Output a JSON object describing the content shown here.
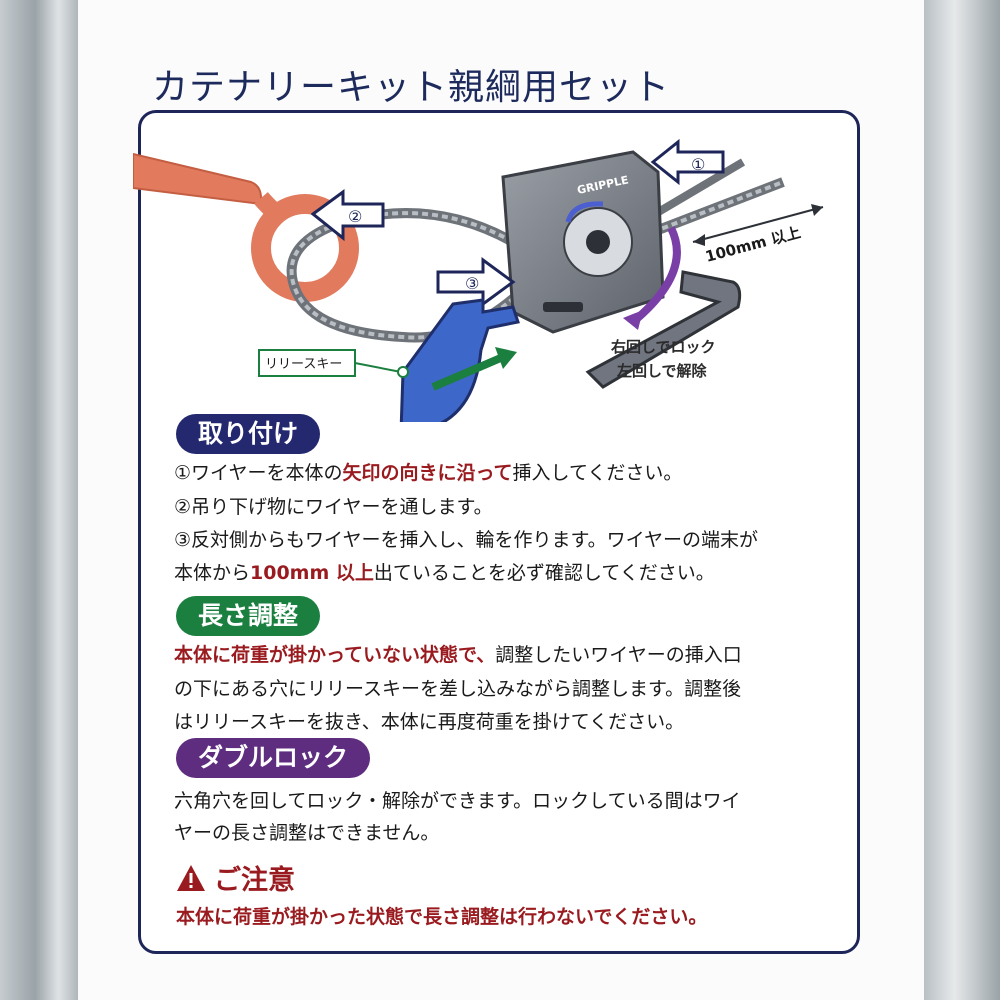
{
  "title": "カテナリーキット親綱用セット",
  "illustration": {
    "step1": "①",
    "step2": "②",
    "step3": "③",
    "brand": "GRIPPLE",
    "measure": "100mm 以上",
    "release_key": "リリースキー",
    "rotate_lock": "右回しでロック",
    "rotate_unlock": "左回しで解除"
  },
  "install": {
    "heading": "取り付け",
    "line1": {
      "a": "①ワイヤーを本体の",
      "b": "矢印の向きに沿って",
      "c": "挿入してください。"
    },
    "line2": "②吊り下げ物にワイヤーを通します。",
    "line3": "③反対側からもワイヤーを挿入し、輪を作ります。ワイヤーの端末が",
    "line4": {
      "a": "本体から",
      "b": "100mm 以上",
      "c": "出ていることを必ず確認してください。"
    }
  },
  "adjust": {
    "heading": "長さ調整",
    "line1": {
      "a": "本体に荷重が掛かっていない状態で、",
      "b": "調整したいワイヤーの挿入口"
    },
    "line2": "の下にある穴にリリースキーを差し込みながら調整します。調整後",
    "line3": "はリリースキーを抜き、本体に再度荷重を掛けてください。"
  },
  "doublelock": {
    "heading": "ダブルロック",
    "line1": "六角穴を回してロック・解除ができます。ロックしている間はワイ",
    "line2": "ヤーの長さ調整はできません。"
  },
  "caution": {
    "heading": "ご注意",
    "text": "本体に荷重が掛かった状態で長さ調整は行わないでください。"
  },
  "colors": {
    "navy": "#23286f",
    "green": "#1a7f3f",
    "purple": "#5f2d7f",
    "red": "#9a1b1f",
    "hook": "#e27a5e"
  }
}
